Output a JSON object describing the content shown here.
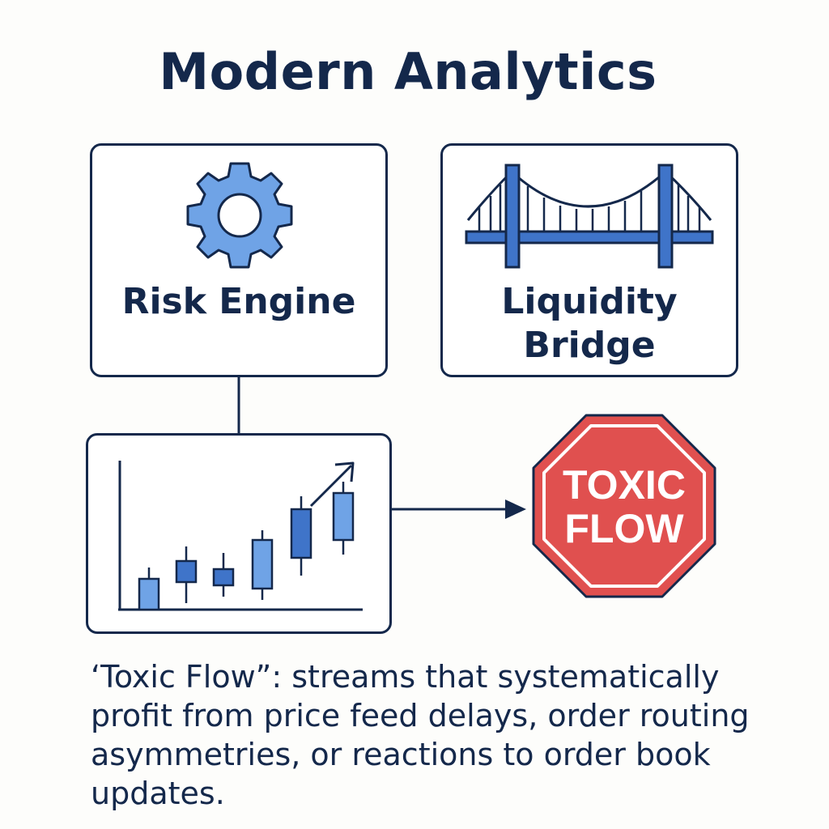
{
  "title": "Modern Analytics",
  "cards": {
    "risk_engine": {
      "label": "Risk Engine",
      "icon": "gear-icon"
    },
    "liquidity_bridge": {
      "label_line1": "Liquidity",
      "label_line2": "Bridge",
      "icon": "bridge-icon"
    },
    "chart": {
      "icon": "candlestick-chart-icon"
    }
  },
  "stop_sign": {
    "line1": "TOXIC",
    "line2": "FLOW",
    "icon": "stop-sign-icon"
  },
  "caption": "‘Toxic Flow”: streams that systematically profit from price feed delays, order routing asymmetries, or reactions to order book updates.",
  "colors": {
    "navy": "#14284b",
    "accent_blue": "#3f74c9",
    "light_blue": "#6fa3e6",
    "stop_red": "#e0504f",
    "background": "#fdfdfb"
  }
}
